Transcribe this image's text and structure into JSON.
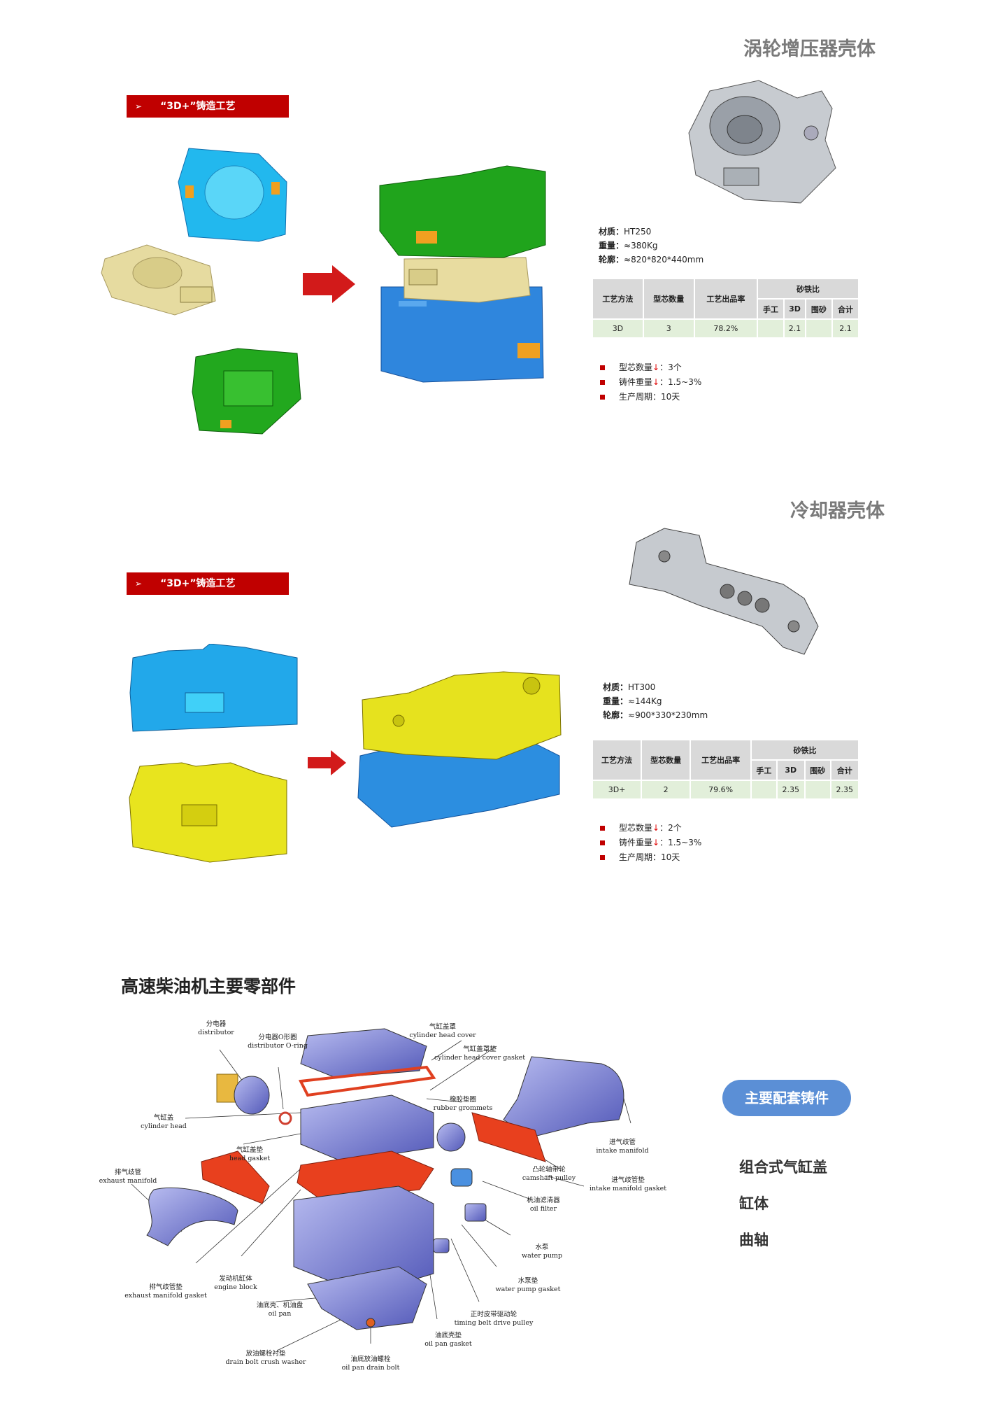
{
  "sections": [
    {
      "title": "涡轮增压器壳体",
      "banner": "“3D+”铸造工艺",
      "specs": [
        {
          "label": "材质：",
          "value": "HT250"
        },
        {
          "label": "重量：",
          "value": "≈380Kg"
        },
        {
          "label": "轮廓：",
          "value": "≈820*820*440mm"
        }
      ],
      "table": {
        "headers": [
          "工艺方法",
          "型芯数量",
          "工艺出品率",
          "砂铁比"
        ],
        "sub_headers": [
          "手工",
          "3D",
          "围砂",
          "合计"
        ],
        "row": [
          "3D",
          "3",
          "78.2%",
          "",
          "2.1",
          "",
          "2.1"
        ]
      },
      "bullets": [
        {
          "label": "型芯数量",
          "arrow": "↓",
          "value": "：3个"
        },
        {
          "label": "铸件重量",
          "arrow": "↓",
          "value": "：1.5~3%"
        },
        {
          "label": "生产周期",
          "arrow": "",
          "value": "：10天"
        }
      ]
    },
    {
      "title": "冷却器壳体",
      "banner": "“3D+”铸造工艺",
      "specs": [
        {
          "label": "材质：",
          "value": "HT300"
        },
        {
          "label": "重量：",
          "value": "≈144Kg"
        },
        {
          "label": "轮廓：",
          "value": "≈900*330*230mm"
        }
      ],
      "table": {
        "headers": [
          "工艺方法",
          "型芯数量",
          "工艺出品率",
          "砂铁比"
        ],
        "sub_headers": [
          "手工",
          "3D",
          "围砂",
          "合计"
        ],
        "row": [
          "3D+",
          "2",
          "79.6%",
          "",
          "2.35",
          "",
          "2.35"
        ]
      },
      "bullets": [
        {
          "label": "型芯数量",
          "arrow": "↓",
          "value": "：2个"
        },
        {
          "label": "铸件重量",
          "arrow": "↓",
          "value": "：1.5~3%"
        },
        {
          "label": "生产周期",
          "arrow": "",
          "value": "：10天"
        }
      ]
    }
  ],
  "engine": {
    "heading": "高速柴油机主要零部件",
    "labels": [
      {
        "cn": "分电器",
        "en": "distributor"
      },
      {
        "cn": "分电器O形圈",
        "en": "distributor O-ring"
      },
      {
        "cn": "气缸盖罩",
        "en": "cylinder head cover"
      },
      {
        "cn": "气缸盖罩垫",
        "en": "cylinder head cover gasket"
      },
      {
        "cn": "橡胶垫圈",
        "en": "rubber grommets"
      },
      {
        "cn": "气缸盖",
        "en": "cylinder head"
      },
      {
        "cn": "气缸盖垫",
        "en": "head gasket"
      },
      {
        "cn": "排气歧管",
        "en": "exhaust manifold"
      },
      {
        "cn": "进气歧管",
        "en": "intake manifold"
      },
      {
        "cn": "凸轮轴带轮",
        "en": "camshaft pulley"
      },
      {
        "cn": "进气歧管垫",
        "en": "intake manifold gasket"
      },
      {
        "cn": "机油滤清器",
        "en": "oil filter"
      },
      {
        "cn": "水泵",
        "en": "water pump"
      },
      {
        "cn": "水泵垫",
        "en": "water pump gasket"
      },
      {
        "cn": "正时皮带驱动轮",
        "en": "timing belt drive pulley"
      },
      {
        "cn": "油底壳垫",
        "en": "oil pan gasket"
      },
      {
        "cn": "油底放油螺栓",
        "en": "oil pan drain bolt"
      },
      {
        "cn": "放油螺栓衬垫",
        "en": "drain bolt crush washer"
      },
      {
        "cn": "油底壳、机油盘",
        "en": "oil pan"
      },
      {
        "cn": "发动机缸体",
        "en": "engine block"
      },
      {
        "cn": "排气歧管垫",
        "en": "exhaust manifold gasket"
      }
    ]
  },
  "castings": {
    "button": "主要配套铸件",
    "items": [
      "组合式气缸盖",
      "缸体",
      "曲轴"
    ]
  },
  "colors": {
    "accent_red": "#c00000",
    "pill_blue": "#5b8fd6",
    "mold_blue": "#2f9ae0",
    "mold_cyan": "#28c8f0",
    "mold_green": "#22a81e",
    "mold_yellow": "#e8e420",
    "mold_beige": "#e8dca0"
  }
}
